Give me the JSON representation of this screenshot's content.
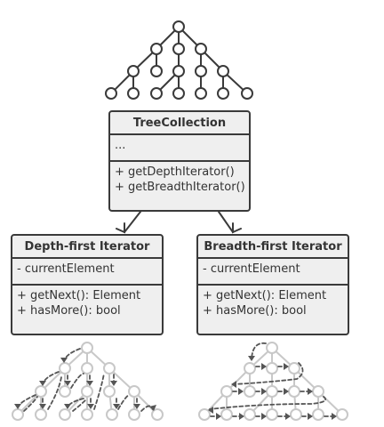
{
  "tree_collection": {
    "title": "TreeCollection",
    "fields": [
      "..."
    ],
    "methods": [
      "+ getDepthIterator()",
      "+ getBreadthIterator()"
    ]
  },
  "depth_iterator": {
    "title": "Depth-first Iterator",
    "fields": [
      "- currentElement"
    ],
    "methods": [
      "+ getNext(): Element",
      "+ hasMore(): bool"
    ]
  },
  "breadth_iterator": {
    "title": "Breadth-first Iterator",
    "fields": [
      "- currentElement"
    ],
    "methods": [
      "+ getNext(): Element",
      "+ hasMore(): bool"
    ]
  },
  "colors": {
    "box_fill": "#efefef",
    "border": "#3a3a3a",
    "node_dark": "#3a3a3a",
    "node_light": "#c8c8c8",
    "arrow_dashed": "#555555"
  }
}
